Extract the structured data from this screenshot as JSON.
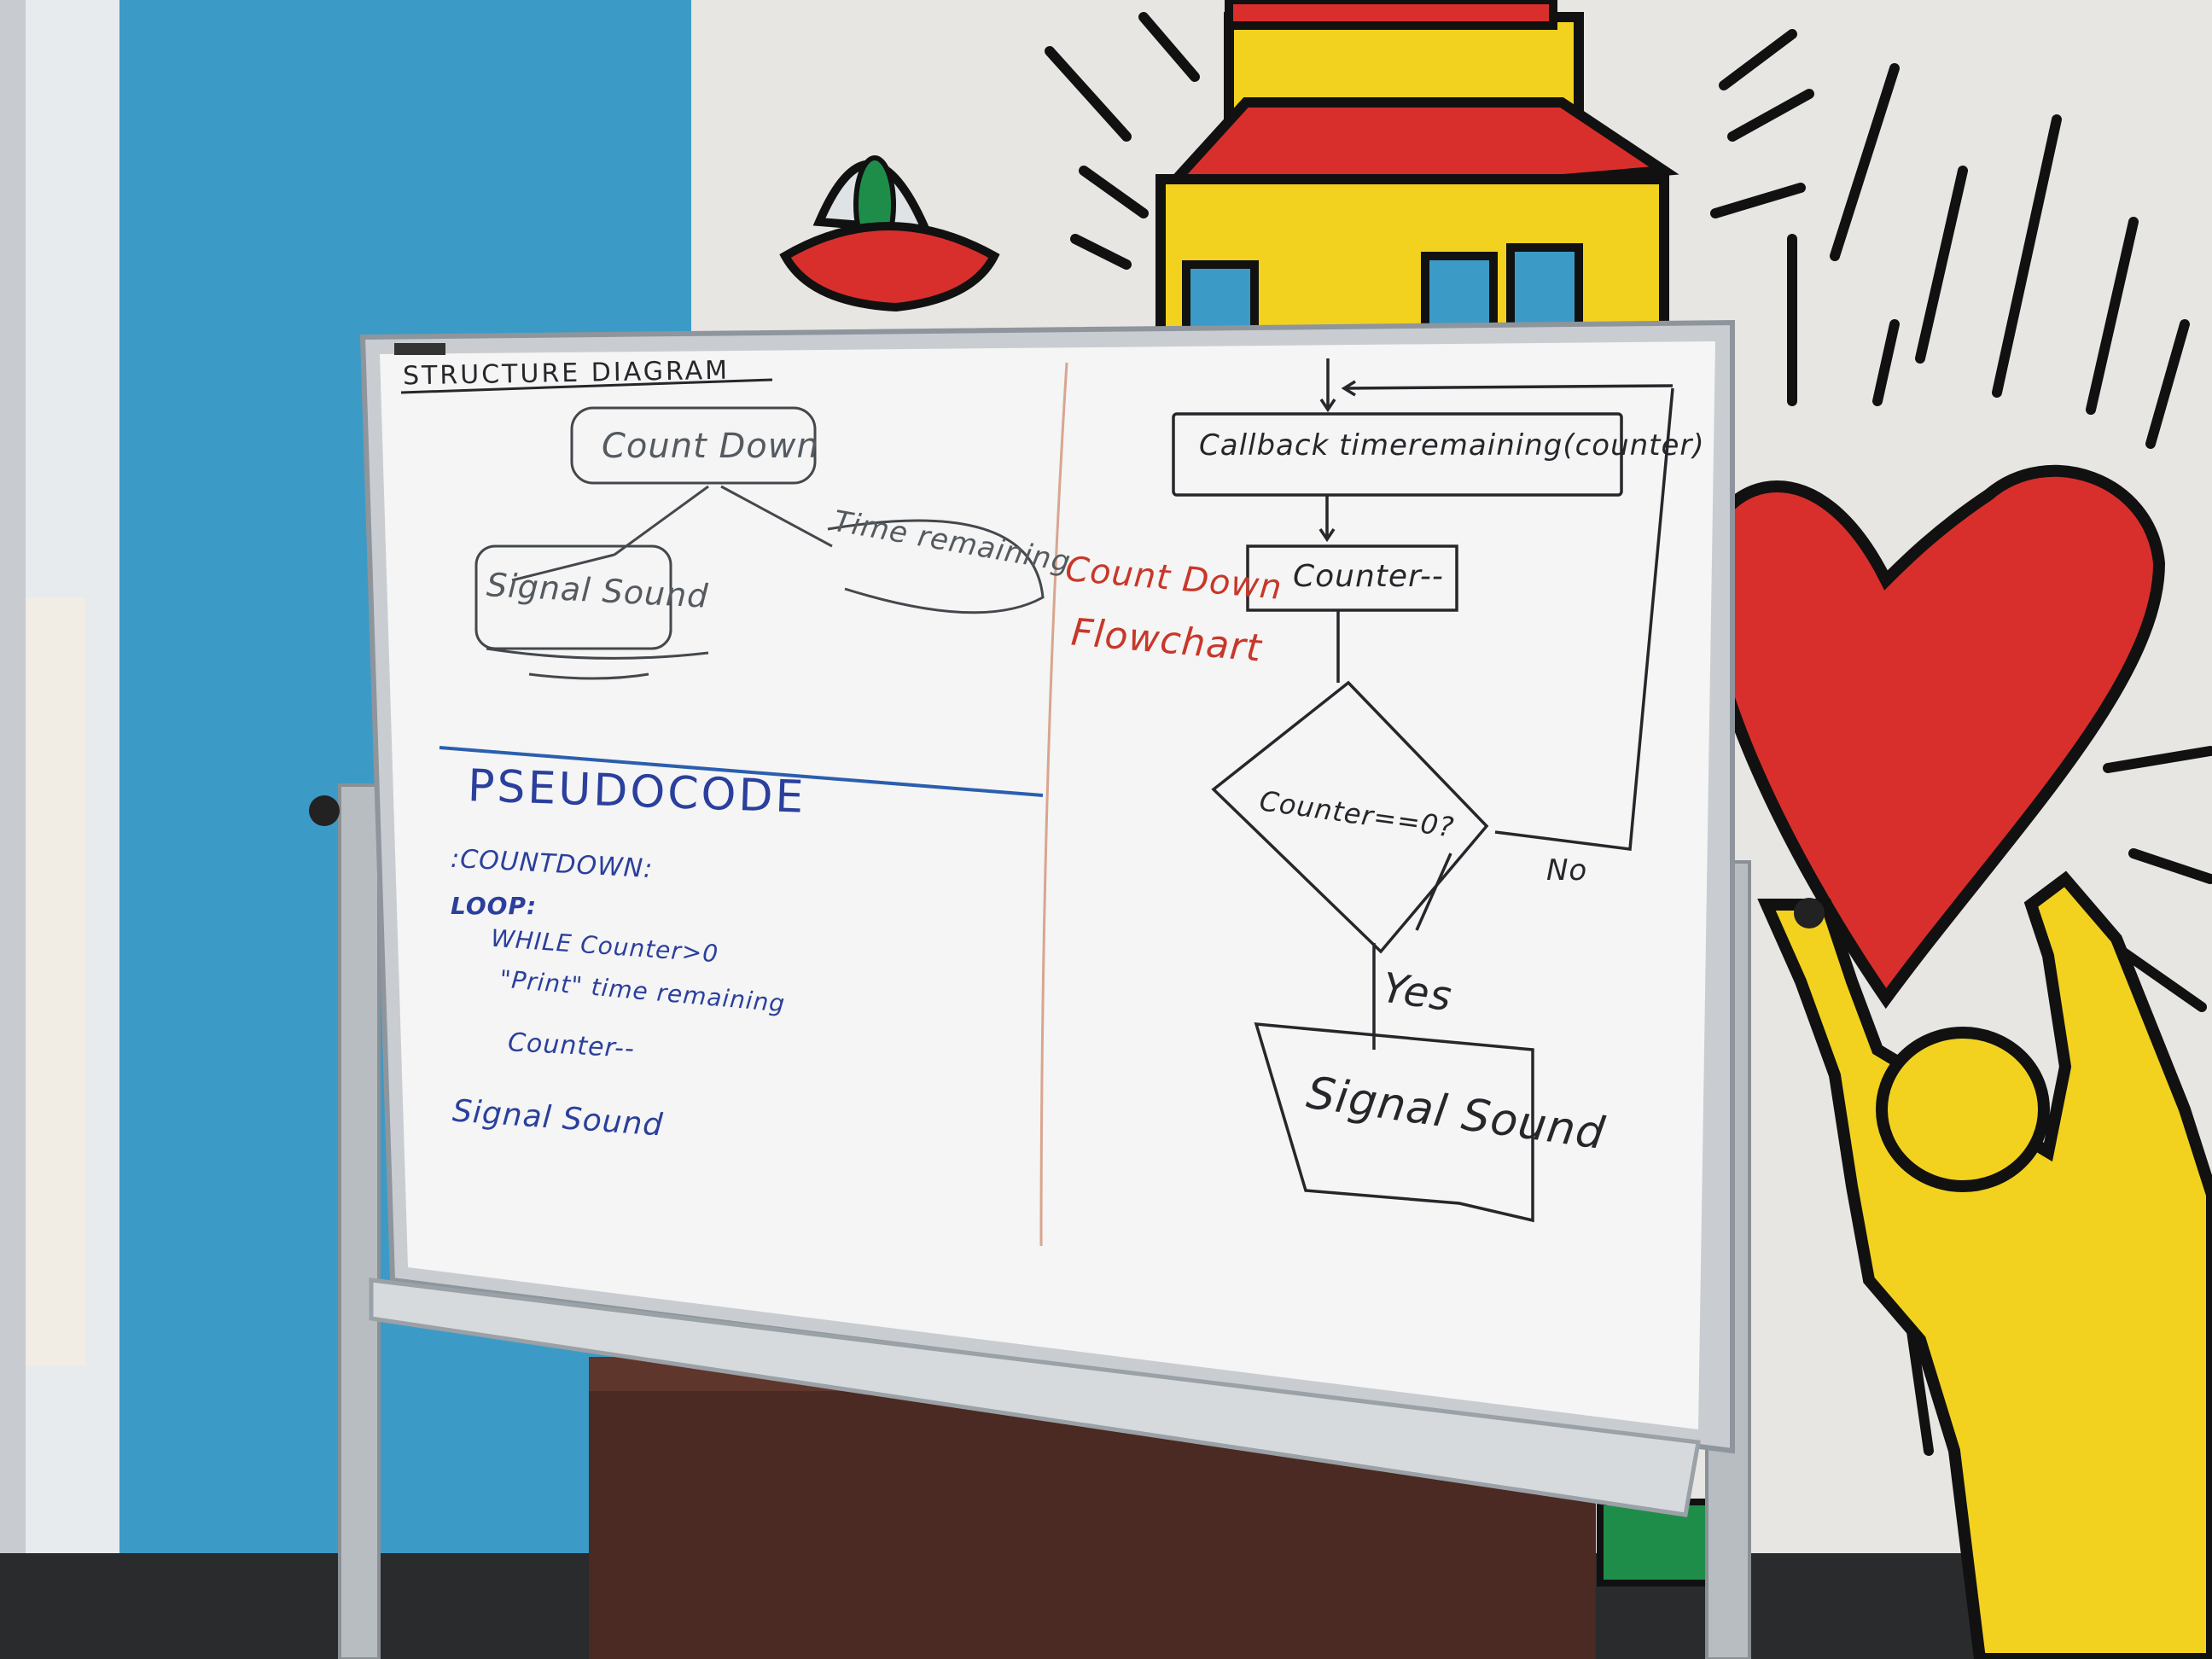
{
  "board": {
    "structure_title": "STRUCTURE DIAGRAM",
    "structure_nodes": {
      "root": "Count Down",
      "left": "Signal Sound",
      "right": "Time remaining"
    },
    "pseudocode": {
      "title": "PSEUDOCODE",
      "lines": [
        ":COUNTDOWN:",
        "LOOP:",
        "WHILE Counter>0",
        "\"Print\" time remaining",
        "Counter--",
        "Signal Sound"
      ]
    },
    "flowchart_label": {
      "line1": "Count Down",
      "line2": "Flowchart"
    },
    "flowchart": {
      "callback": "Callback timeremaining(counter)",
      "decrement": "Counter--",
      "decision": "Counter==0?",
      "no_label": "No",
      "yes_label": "Yes",
      "end": "Signal Sound"
    }
  },
  "colors": {
    "wall_blue": "#3c9bc6",
    "mural_red": "#d92f2c",
    "mural_yellow": "#f2d21f",
    "marker_blue": "#2b3f9c",
    "marker_red": "#c8372a",
    "marker_black": "#26262b"
  }
}
